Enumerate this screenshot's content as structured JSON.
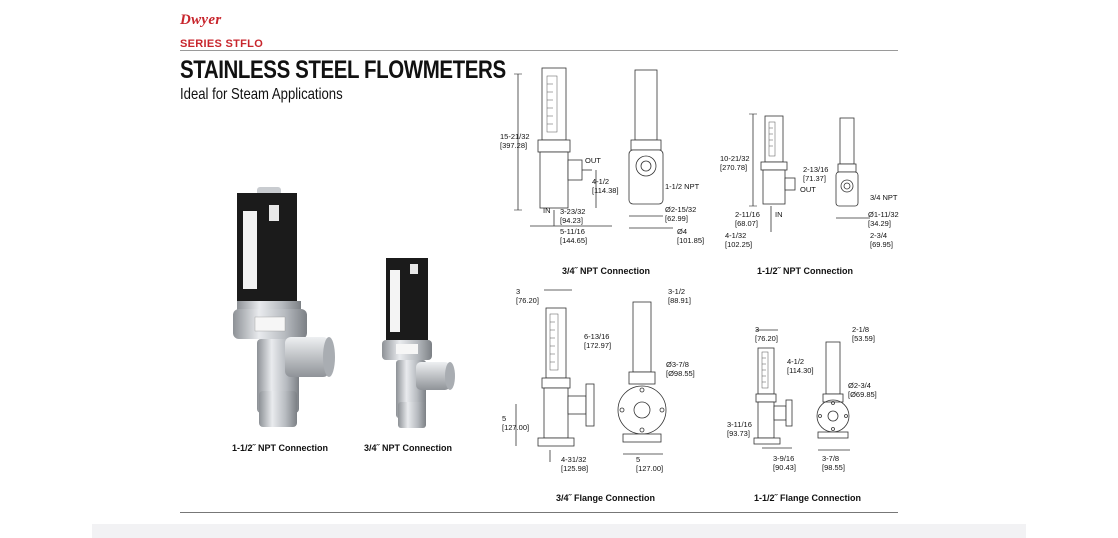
{
  "brand": {
    "logo_text": "Dwyer",
    "series": "SERIES STFLO"
  },
  "header": {
    "title": "STAINLESS STEEL FLOWMETERS",
    "subtitle": "Ideal for Steam Applications"
  },
  "photos": {
    "large_caption": "1-1/2˝ NPT Connection",
    "small_caption": "3/4˝ NPT Connection"
  },
  "drawings": {
    "npt_34": {
      "caption": "3/4˝ NPT Connection",
      "dims": {
        "height": [
          "15-21/32",
          "[397.28]"
        ],
        "out": "OUT",
        "in": "IN",
        "center": [
          "4-1/2",
          "[114.38]"
        ],
        "npt": "1-1/2 NPT",
        "inlet": [
          "3-23/32",
          "[94.23]"
        ],
        "width": [
          "5-11/16",
          "[144.65]"
        ],
        "bore": [
          "Ø2-15/32",
          "[62.99]"
        ],
        "dia": [
          "Ø4",
          "[101.85]"
        ]
      }
    },
    "npt_112": {
      "caption": "1-1/2˝ NPT Connection",
      "dims": {
        "height": [
          "10-21/32",
          "[270.78]"
        ],
        "side": [
          "2-13/16",
          "[71.37]"
        ],
        "out": "OUT",
        "in": "IN",
        "npt": "3/4 NPT",
        "inlet": [
          "2-11/16",
          "[68.07]"
        ],
        "width": [
          "4-1/32",
          "[102.25]"
        ],
        "bore": [
          "Ø1-11/32",
          "[34.29]"
        ],
        "dia": [
          "2-3/4",
          "[69.95]"
        ]
      }
    },
    "flange_34": {
      "caption": "3/4˝ Flange Connection",
      "dims": {
        "top": [
          "3",
          "[76.20]"
        ],
        "side": [
          "3-1/2",
          "[88.91]"
        ],
        "tube": [
          "6-13/16",
          "[172.97]"
        ],
        "flange_dia": [
          "Ø3-7/8",
          "[Ø98.55]"
        ],
        "center": [
          "5",
          "[127.00]"
        ],
        "width": [
          "4-31/32",
          "[125.98]"
        ],
        "depth": [
          "5",
          "[127.00]"
        ]
      }
    },
    "flange_112": {
      "caption": "1-1/2˝ Flange Connection",
      "dims": {
        "top": [
          "3",
          "[76.20]"
        ],
        "side": [
          "2-1/8",
          "[53.59]"
        ],
        "tube": [
          "4-1/2",
          "[114.30]"
        ],
        "flange_dia": [
          "Ø2-3/4",
          "[Ø69.85]"
        ],
        "center": [
          "3-11/16",
          "[93.73]"
        ],
        "width": [
          "3-9/16",
          "[90.43]"
        ],
        "depth": [
          "3-7/8",
          "[98.55]"
        ]
      }
    }
  }
}
